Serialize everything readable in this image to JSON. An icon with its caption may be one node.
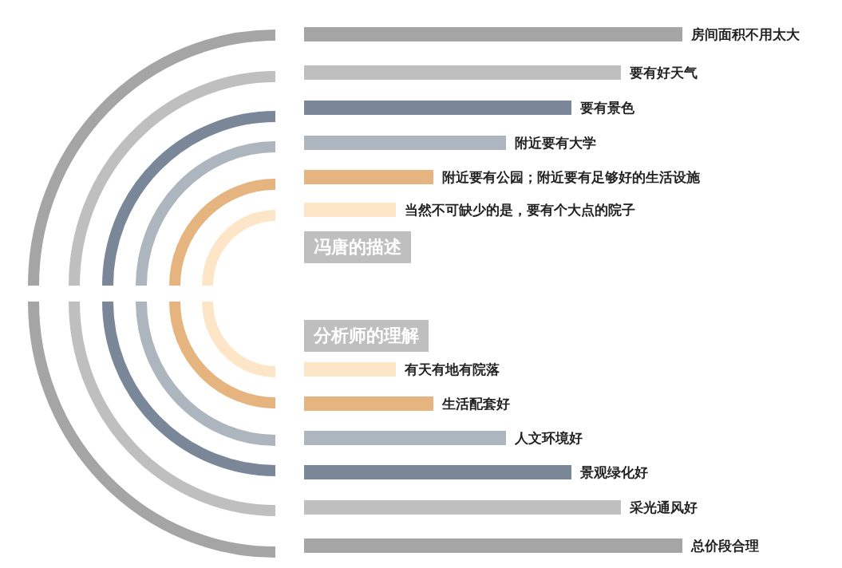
{
  "diagram": {
    "nodes": [
      {
        "text": [],
        "shape": "bar",
        "beside": [
          "房间面积不用太大"
        ]
      },
      {
        "text": [],
        "shape": "bar",
        "beside": [
          "要有好天气"
        ]
      },
      {
        "text": [],
        "shape": "bar",
        "beside": [
          "要有景色"
        ]
      },
      {
        "text": [],
        "shape": "bar",
        "beside": [
          "附近要有大学"
        ]
      },
      {
        "text": [],
        "shape": "bar",
        "beside": [
          "附近要有公园；附近要有足够好的生活设施"
        ]
      },
      {
        "text": [],
        "shape": "bar",
        "beside": [
          "当然不可缺少的是，要有个大点的院子"
        ]
      },
      {
        "text": [
          "冯唐的描述"
        ]
      },
      {
        "text": [
          "分析师的理解"
        ]
      },
      {
        "text": [],
        "shape": "bar",
        "beside": [
          "有天有地有院落"
        ]
      },
      {
        "text": [],
        "shape": "bar",
        "beside": [
          "生活配套好"
        ]
      },
      {
        "text": [],
        "shape": "bar",
        "beside": [
          "人文环境好"
        ]
      },
      {
        "text": [],
        "shape": "bar",
        "beside": [
          "景观绿化好"
        ]
      },
      {
        "text": [],
        "shape": "bar",
        "beside": [
          "采光通风好"
        ]
      },
      {
        "text": [],
        "shape": "bar",
        "beside": [
          "总价段合理"
        ]
      }
    ]
  }
}
